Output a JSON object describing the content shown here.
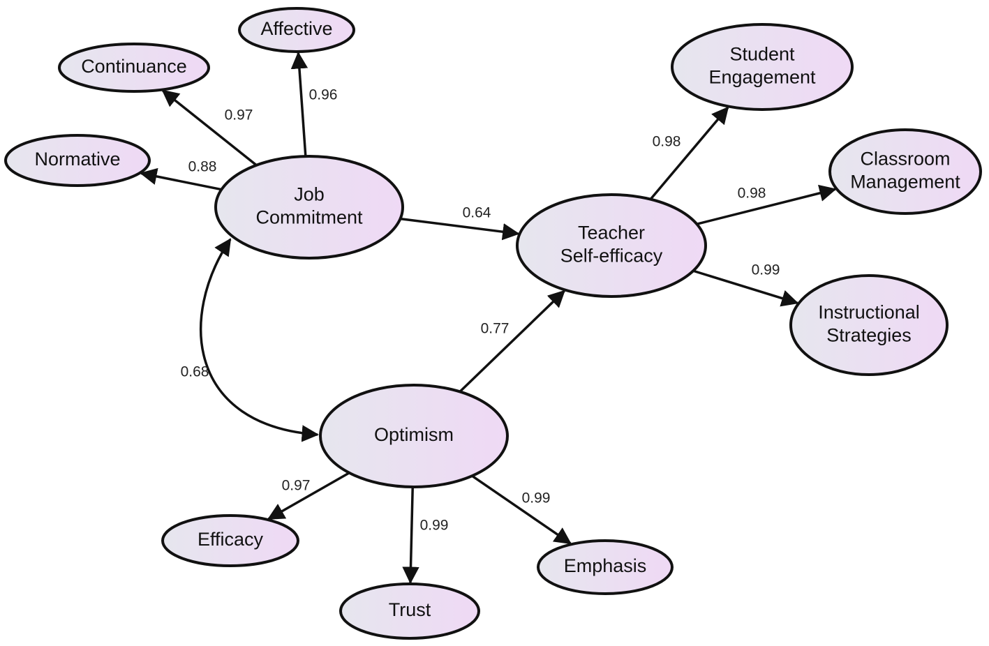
{
  "diagram": {
    "type": "structural-equation-model",
    "nodes": [
      {
        "id": "affective",
        "lines": [
          "Affective"
        ]
      },
      {
        "id": "continuance",
        "lines": [
          "Continuance"
        ]
      },
      {
        "id": "normative",
        "lines": [
          "Normative"
        ]
      },
      {
        "id": "job-commitment",
        "lines": [
          "Job",
          "Commitment"
        ]
      },
      {
        "id": "teacher-self-efficacy",
        "lines": [
          "Teacher",
          "Self-efficacy"
        ]
      },
      {
        "id": "student-engagement",
        "lines": [
          "Student",
          "Engagement"
        ]
      },
      {
        "id": "classroom-management",
        "lines": [
          "Classroom",
          "Management"
        ]
      },
      {
        "id": "instructional-strategies",
        "lines": [
          "Instructional",
          "Strategies"
        ]
      },
      {
        "id": "optimism",
        "lines": [
          "Optimism"
        ]
      },
      {
        "id": "efficacy",
        "lines": [
          "Efficacy"
        ]
      },
      {
        "id": "trust",
        "lines": [
          "Trust"
        ]
      },
      {
        "id": "emphasis",
        "lines": [
          "Emphasis"
        ]
      }
    ],
    "edges": [
      {
        "from": "job-commitment",
        "to": "affective",
        "label": "0.96"
      },
      {
        "from": "job-commitment",
        "to": "continuance",
        "label": "0.97"
      },
      {
        "from": "job-commitment",
        "to": "normative",
        "label": "0.88"
      },
      {
        "from": "job-commitment",
        "to": "teacher-self-efficacy",
        "label": "0.64"
      },
      {
        "from": "teacher-self-efficacy",
        "to": "student-engagement",
        "label": "0.98"
      },
      {
        "from": "teacher-self-efficacy",
        "to": "classroom-management",
        "label": "0.98"
      },
      {
        "from": "teacher-self-efficacy",
        "to": "instructional-strategies",
        "label": "0.99"
      },
      {
        "from": "optimism",
        "to": "teacher-self-efficacy",
        "label": "0.77"
      },
      {
        "from": "optimism",
        "to": "efficacy",
        "label": "0.97"
      },
      {
        "from": "optimism",
        "to": "trust",
        "label": "0.99"
      },
      {
        "from": "optimism",
        "to": "emphasis",
        "label": "0.99"
      },
      {
        "from": "job-commitment",
        "to": "optimism",
        "label": "0.68",
        "bidirectional": true
      }
    ],
    "colors": {
      "node_fill_left": "#e6e6ee",
      "node_fill_right": "#efd9f5",
      "stroke": "#111111"
    }
  }
}
